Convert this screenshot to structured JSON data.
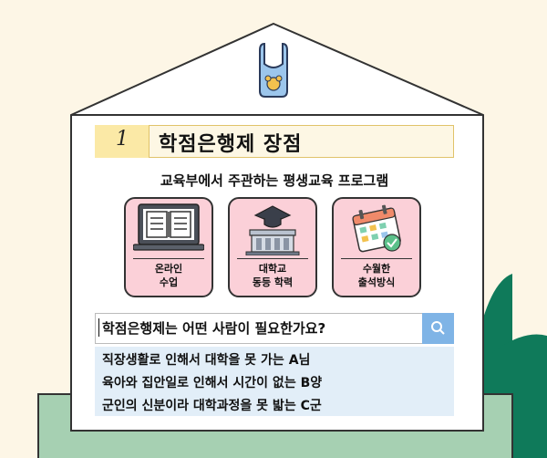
{
  "section": {
    "number": "1",
    "title": "학점은행제 장점"
  },
  "subtitle": "교육부에서 주관하는 평생교육 프로그램",
  "cards": [
    {
      "line1": "온라인",
      "line2": "수업"
    },
    {
      "line1": "대학교",
      "line2": "동등 학력"
    },
    {
      "line1": "수월한",
      "line2": "출석방식"
    }
  ],
  "search": {
    "query": "학점은행제는 어떤 사람이 필요한가요?"
  },
  "answers": [
    "직장생활로 인해서 대학을 못 가는 A님",
    "육아와 집안일로 인해서 시간이 없는 B양",
    "군인의 신분이라 대학과정을 못 밟는 C군"
  ],
  "colors": {
    "background": "#fdf6e6",
    "house_outline": "#333333",
    "green_box": "#a6d0b2",
    "dark_green": "#0f7a5a",
    "card_pink": "#fbd0d8",
    "search_button": "#7fb4e6",
    "answer_bg": "#e2eef8",
    "title_accent": "#fbe9a6"
  }
}
